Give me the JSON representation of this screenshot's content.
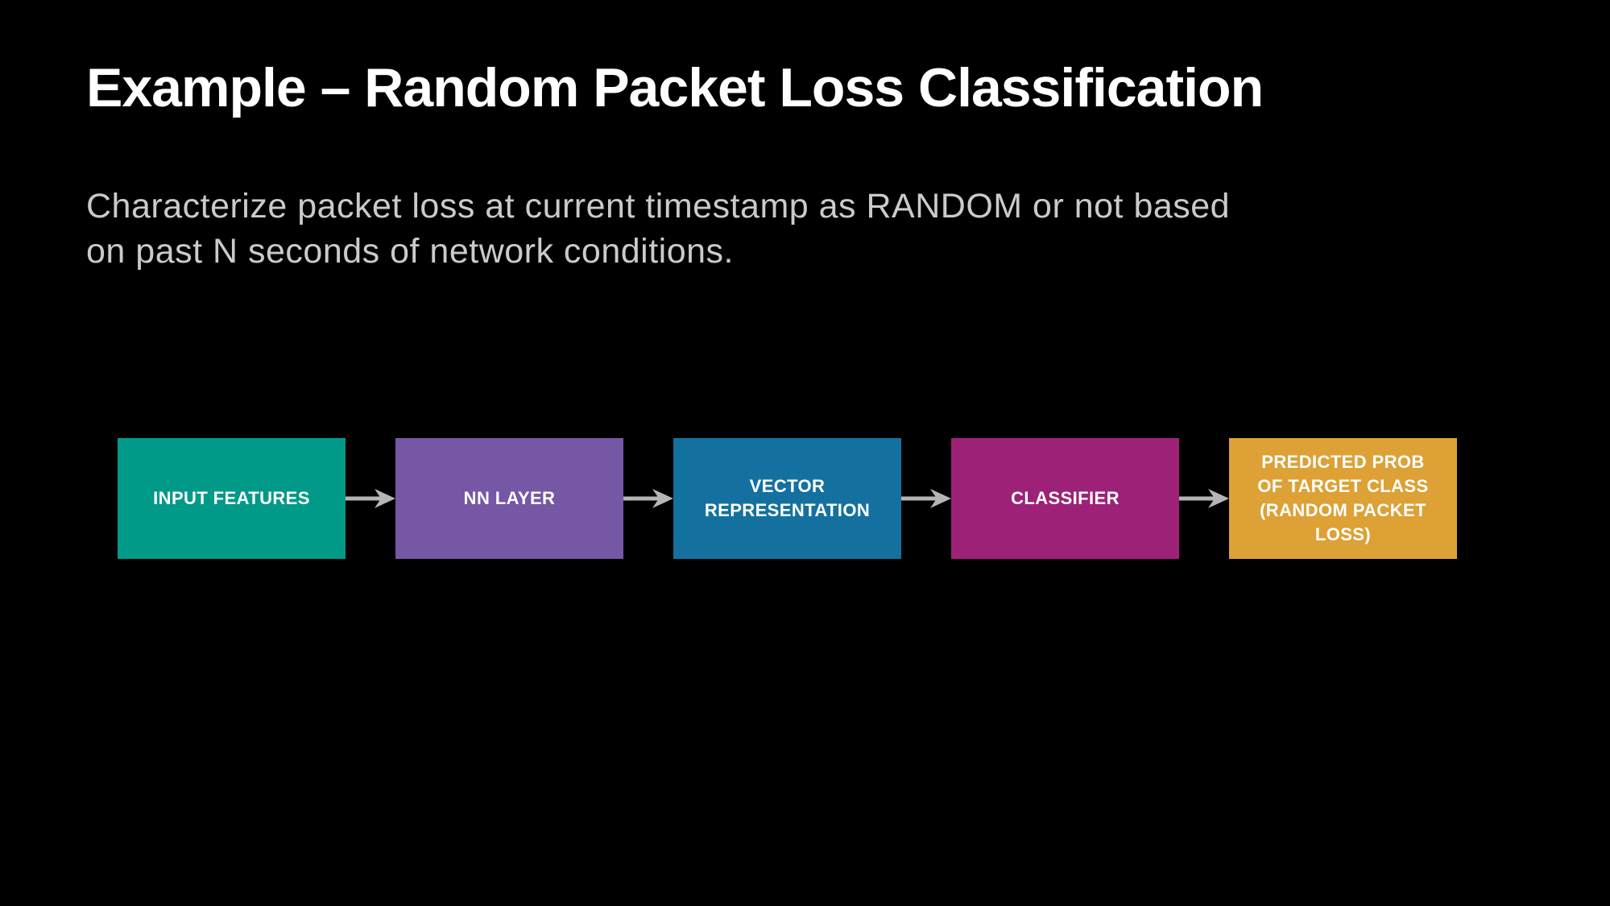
{
  "slide": {
    "background_color": "#000000",
    "title": "Example – Random Packet Loss Classification",
    "title_color": "#ffffff",
    "subtitle": "Characterize packet loss at current timestamp as RANDOM or not based\non past N seconds of network conditions.",
    "subtitle_color": "#c9cacc"
  },
  "diagram": {
    "arrow_icon": "right-arrow",
    "arrow_color": "#b3b5b7",
    "boxes": [
      {
        "label": "INPUT FEATURES",
        "color": "#019a88"
      },
      {
        "label": "NN LAYER",
        "color": "#7557a5"
      },
      {
        "label": "VECTOR\nREPRESENTATION",
        "color": "#14719f"
      },
      {
        "label": "CLASSIFIER",
        "color": "#9d2277"
      },
      {
        "label": "PREDICTED PROB\nOF TARGET CLASS\n(RANDOM PACKET\nLOSS)",
        "color": "#dda136"
      }
    ]
  }
}
